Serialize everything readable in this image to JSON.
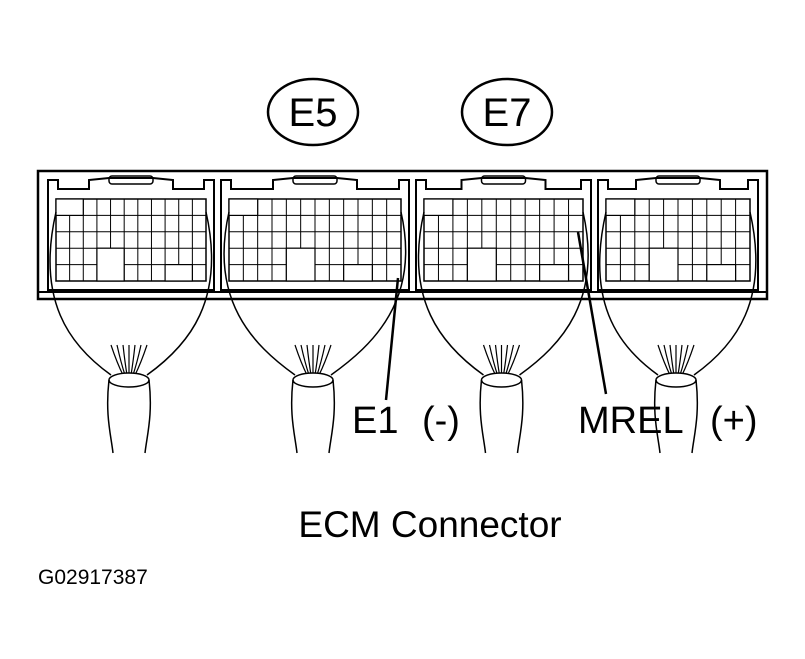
{
  "diagram": {
    "connectors": [
      {
        "id": "E5",
        "label": "E5"
      },
      {
        "id": "E7",
        "label": "E7"
      }
    ],
    "terminals": [
      {
        "name": "E1",
        "polarity": "(-)"
      },
      {
        "name": "MREL",
        "polarity": "(+)"
      }
    ],
    "caption": "ECM Connector",
    "figure_id": "G02917387"
  },
  "colors": {
    "ink": "#000000",
    "background": "#ffffff"
  }
}
